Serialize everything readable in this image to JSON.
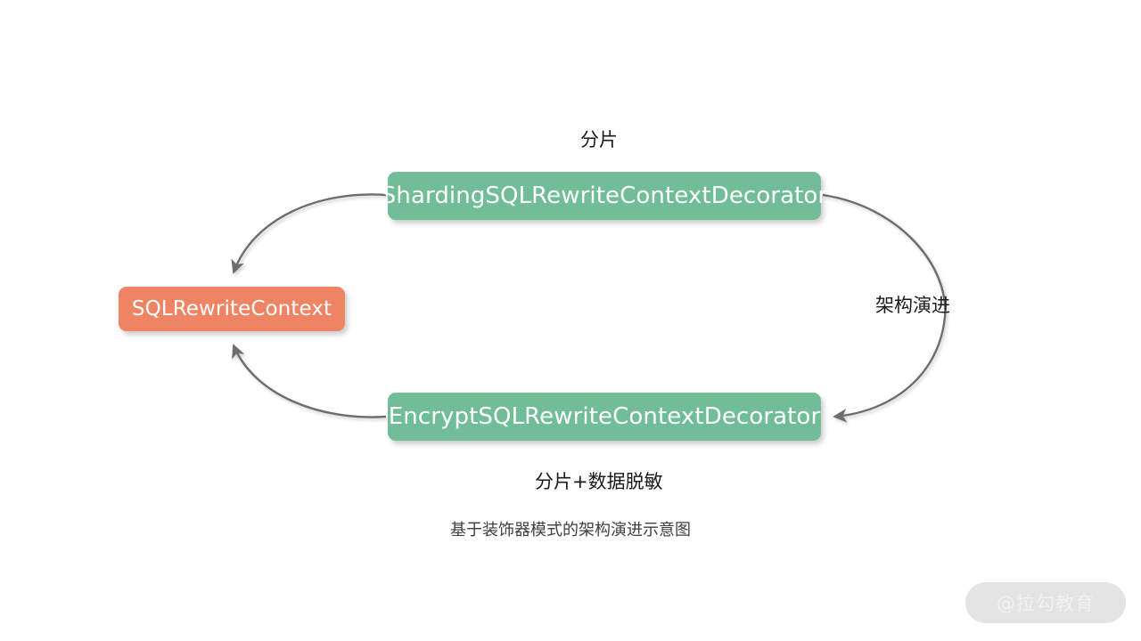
{
  "diagram": {
    "caption": "基于装饰器模式的架构演进示意图",
    "nodes": [
      {
        "id": "sharding-decorator",
        "label": "ShardingSQLRewriteContextDecorator",
        "color": "#71bd97",
        "shape": "rounded-rect"
      },
      {
        "id": "encrypt-decorator",
        "label": "EncryptSQLRewriteContextDecorator",
        "color": "#71bd97",
        "shape": "rounded-rect"
      },
      {
        "id": "sql-rewrite-context",
        "label": "SQLRewriteContext",
        "color": "#ee8464",
        "shape": "rounded-rect"
      }
    ],
    "edges": [
      {
        "id": "sharding-to-context",
        "label": "分片",
        "from": "sharding-decorator",
        "to": "sql-rewrite-context",
        "arrow": "end"
      },
      {
        "id": "encrypt-to-context",
        "label": "分片+数据脱敏",
        "from": "encrypt-decorator",
        "to": "sql-rewrite-context",
        "arrow": "end"
      },
      {
        "id": "sharding-to-encrypt",
        "label": "架构演进",
        "from": "sharding-decorator",
        "to": "encrypt-decorator",
        "arrow": "end"
      }
    ],
    "edge_color": "#6d6d6d",
    "background": "#ffffff"
  },
  "watermark": {
    "text": "@拉勾教育",
    "pill_color": "#e4e4e4",
    "text_color": "#f2f2f2"
  }
}
